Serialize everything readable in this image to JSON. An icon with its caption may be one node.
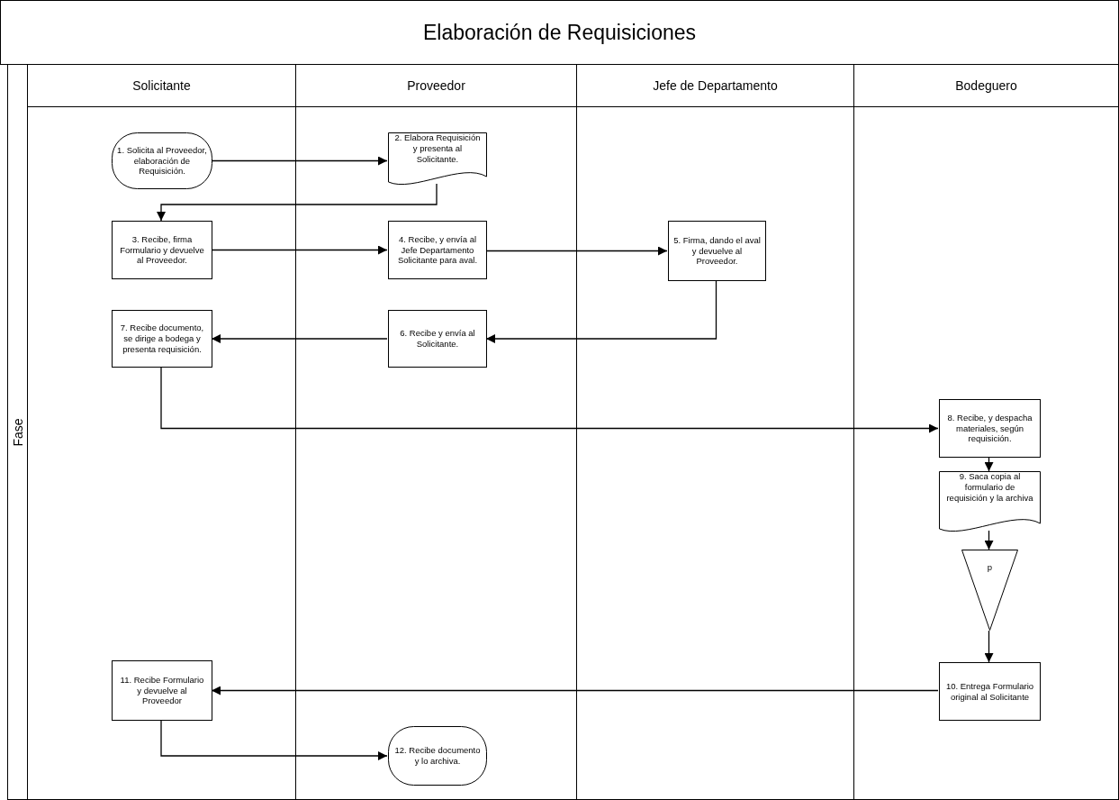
{
  "diagram": {
    "title": "Elaboración de Requisiciones",
    "nodes": [
      {
        "text": [
          "Solicitante"
        ]
      },
      {
        "text": [
          "Proveedor"
        ]
      },
      {
        "text": [
          "Jefe de Departamento"
        ]
      },
      {
        "text": [
          "Bodeguero"
        ]
      },
      {
        "text": [
          "Fase"
        ]
      },
      {
        "text": [
          "1. Solicita al Proveedor, elaboración de Requisición."
        ],
        "in": 0
      },
      {
        "text": [
          "2. Elabora Requisición y presenta al Solicitante."
        ],
        "in": 1
      },
      {
        "text": [
          "3. Recibe, firma Formulario y devuelve al Proveedor."
        ],
        "in": 0
      },
      {
        "text": [
          "4. Recibe, y envía al Jefe Departamento Solicitante para aval."
        ],
        "in": 1
      },
      {
        "text": [
          "5. Firma, dando el aval y devuelve al Proveedor."
        ],
        "in": 2
      },
      {
        "text": [
          "6. Recibe y envía al Solicitante."
        ],
        "in": 1
      },
      {
        "text": [
          "7. Recibe documento, se dirige a bodega y presenta requisición."
        ],
        "in": 0
      },
      {
        "text": [
          "8. Recibe, y despacha materiales, según requisición."
        ],
        "in": 3
      },
      {
        "text": [
          "9. Saca copia al formulario de requisición y la archiva"
        ],
        "in": 3
      },
      {
        "text": [
          "p"
        ],
        "in": 3
      },
      {
        "text": [
          "10. Entrega Formulario original al Solicitante"
        ],
        "in": 3
      },
      {
        "text": [
          "11. Recibe Formulario y devuelve al Proveedor"
        ],
        "in": 0
      },
      {
        "text": [
          "12. Recibe documento y lo archiva."
        ],
        "in": 1
      }
    ],
    "edges": [
      {
        "from": 5,
        "to": 6,
        "arrow": "to"
      },
      {
        "from": 6,
        "to": 7,
        "arrow": "to"
      },
      {
        "from": 7,
        "to": 8,
        "arrow": "to"
      },
      {
        "from": 8,
        "to": 9,
        "arrow": "to"
      },
      {
        "from": 9,
        "to": 10,
        "arrow": "to"
      },
      {
        "from": 10,
        "to": 11,
        "arrow": "to"
      },
      {
        "from": 11,
        "to": 12,
        "arrow": "to"
      },
      {
        "from": 12,
        "to": 13,
        "arrow": "to"
      },
      {
        "from": 13,
        "to": 14,
        "arrow": "to"
      },
      {
        "from": 14,
        "to": 15,
        "arrow": "to"
      },
      {
        "from": 15,
        "to": 16,
        "arrow": "to"
      },
      {
        "from": 16,
        "to": 17,
        "arrow": "to"
      }
    ]
  }
}
